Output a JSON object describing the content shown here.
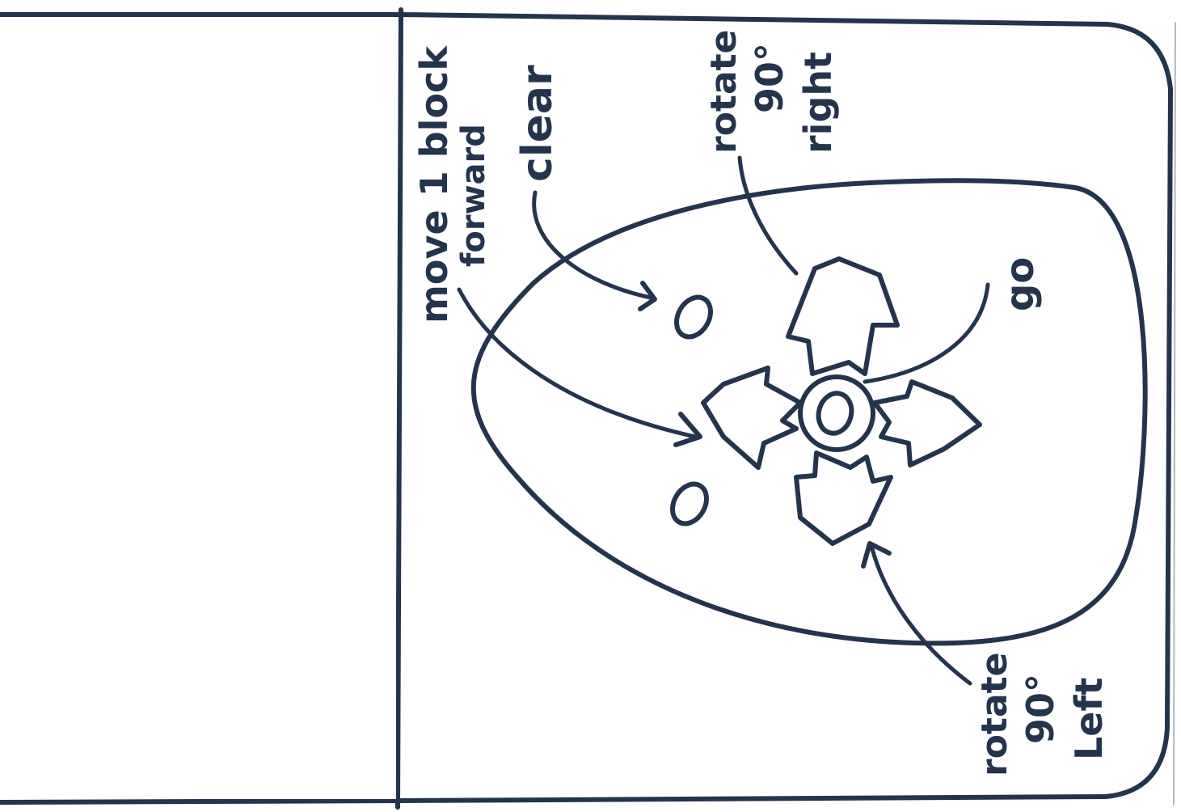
{
  "annotations": {
    "move_forward": {
      "line1": "move 1 block",
      "line2": "forward"
    },
    "clear": {
      "text": "clear"
    },
    "rotate_right": {
      "line1": "rotate",
      "line2": "90°",
      "line3": "right"
    },
    "go": {
      "text": "go"
    },
    "rotate_left": {
      "line1": "rotate",
      "line2": "90°",
      "line3": "Left"
    }
  },
  "colors": {
    "ink": "#24344d",
    "paper": "#ffffff"
  },
  "icons": {
    "arrow_up": "arrow-up-icon",
    "arrow_down": "arrow-down-icon",
    "arrow_left": "arrow-left-icon",
    "arrow_right": "arrow-right-icon",
    "center_button": "circle-icon"
  }
}
